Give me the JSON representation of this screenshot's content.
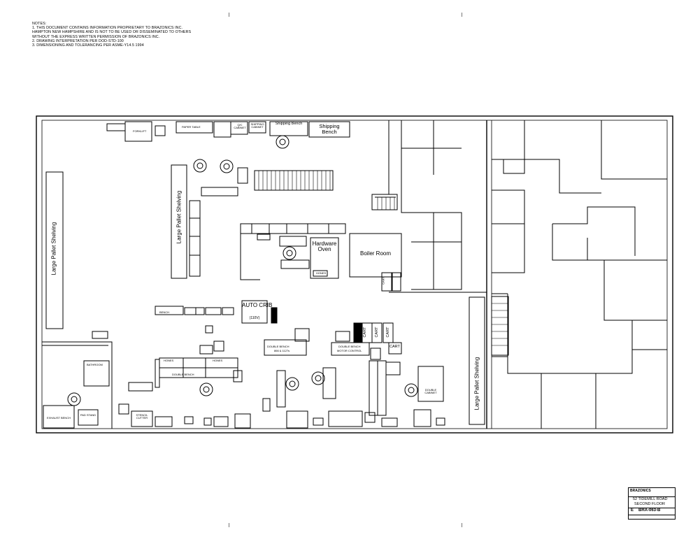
{
  "notes": {
    "heading": "NOTES:",
    "lines": [
      "1. THIS DOCUMENT CONTAINS INFORMATION PROPRIETARY TO BRAZONICS INC.",
      "HAMPTON NEW HAMPSHIRE AND IS NOT TO BE USED OR DISSEMINATED TO OTHERS",
      "WITHOUT THE EXPRESS WRITTEN PERMISSION OF BRAZONICS INC.",
      "2. DRAWING INTERPRETATION PER DOD-STD-100",
      "3. DIMENSIONING AND TOLERANCING PER ASME-Y14.5 1994"
    ]
  },
  "labels": {
    "forklift": "FORKLIFT",
    "paper_table": "PAPER TABLE",
    "qc_cabinet": "Q/C CABINET",
    "shipping_cabinet": "SHIPPING CABINET",
    "shipping_bench_1": "Shipping Bench",
    "shipping_bench_2": "Shipping Bench",
    "large_pallet_shelving_left": "Large Pallet Shelving",
    "large_pallet_shelving_center": "Large Pallet Shelving",
    "large_pallet_shelving_right": "Large Pallet Shelving",
    "hardware_oven": "Hardware Oven",
    "boiler_room": "Boiler Room",
    "auto_crib": "AUTO CRIB",
    "auto_crib_voltage": "(110V)",
    "bench": "BENCH",
    "cart_1": "CART",
    "cart_2": "CART",
    "cart_3": "CART",
    "cart_4": "CART",
    "cart_5": "CART",
    "bathroom": "BATHROOM",
    "exhaust_bench": "EXHAUST BENCH",
    "pad_stand": "PAD STAND",
    "stencil_cutter": "STENCIL CUTTER",
    "double_bench_1": "DOUBLE BENCH",
    "double_bench_1_sub": "866 & 1127s",
    "double_bench_2": "DOUBLE BENCH",
    "double_bench_2_sub": "MOTOR CONTROL",
    "double_bench_3": "DOUBLE BENCH",
    "double_cabinet": "DOUBLE CABINET",
    "hones_1": "HONES",
    "hones_2": "HONES",
    "hones_3": "HONES"
  },
  "title_block": {
    "company": "BRAZONICS",
    "address_line_1": "52 TIDEMILL ROAD",
    "address_line_2": "SECOND FLOOR",
    "size": "E",
    "drawing_number": "BRA-063-B"
  }
}
